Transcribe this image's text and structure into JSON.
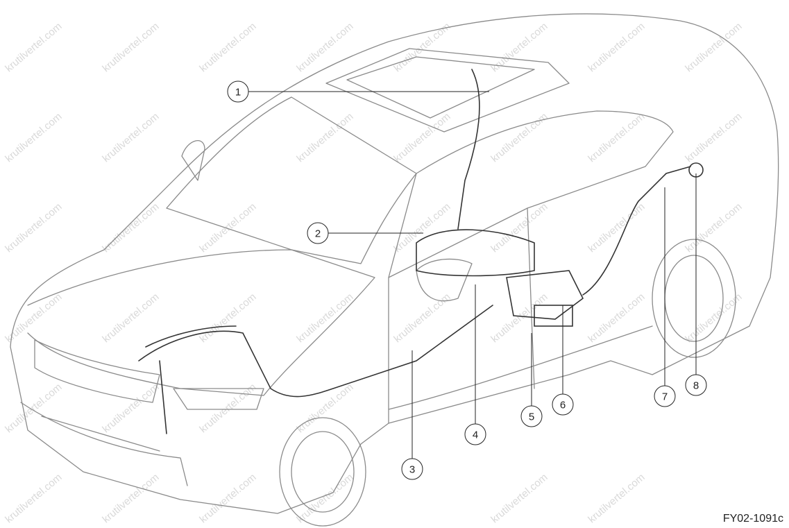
{
  "watermark": "krutilvertel.com",
  "figure_code": "FY02-1091c",
  "callouts": [
    {
      "label": "1"
    },
    {
      "label": "2"
    },
    {
      "label": "3"
    },
    {
      "label": "4"
    },
    {
      "label": "5"
    },
    {
      "label": "6"
    },
    {
      "label": "7"
    },
    {
      "label": "8"
    }
  ],
  "colors": {
    "line": "#555555",
    "callout": "#222222",
    "watermark": "#d9d9d9"
  }
}
